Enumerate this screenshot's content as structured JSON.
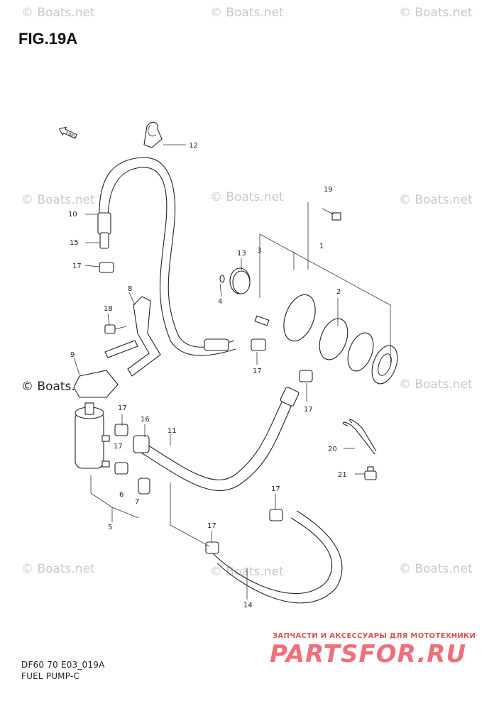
{
  "figure": {
    "title": "FIG.19A",
    "fwd_label": "FWD",
    "footer_line1": "DF60 70 E03_019A",
    "footer_line2": "FUEL PUMP-C"
  },
  "watermarks": {
    "text": "© Boats.net",
    "strong_text": "© Boats.net"
  },
  "promo": {
    "top_text": "ЗАПЧАСТИ И АКСЕССУАРЫ ДЛЯ МОТОТЕХНИКИ",
    "logo_text": "PARTSFOR.RU"
  },
  "callouts": {
    "c1": "1",
    "c2": "2",
    "c3": "3",
    "c4": "4",
    "c5": "5",
    "c6": "6",
    "c7": "7",
    "c8": "8",
    "c9": "9",
    "c10": "10",
    "c11": "11",
    "c12": "12",
    "c13": "13",
    "c14": "14",
    "c15": "15",
    "c16": "16",
    "c17a": "17",
    "c17b": "17",
    "c17c": "17",
    "c17d": "17",
    "c17e": "17",
    "c17f": "17",
    "c17g": "17",
    "c18": "18",
    "c19": "19",
    "c20": "20",
    "c21": "21"
  }
}
